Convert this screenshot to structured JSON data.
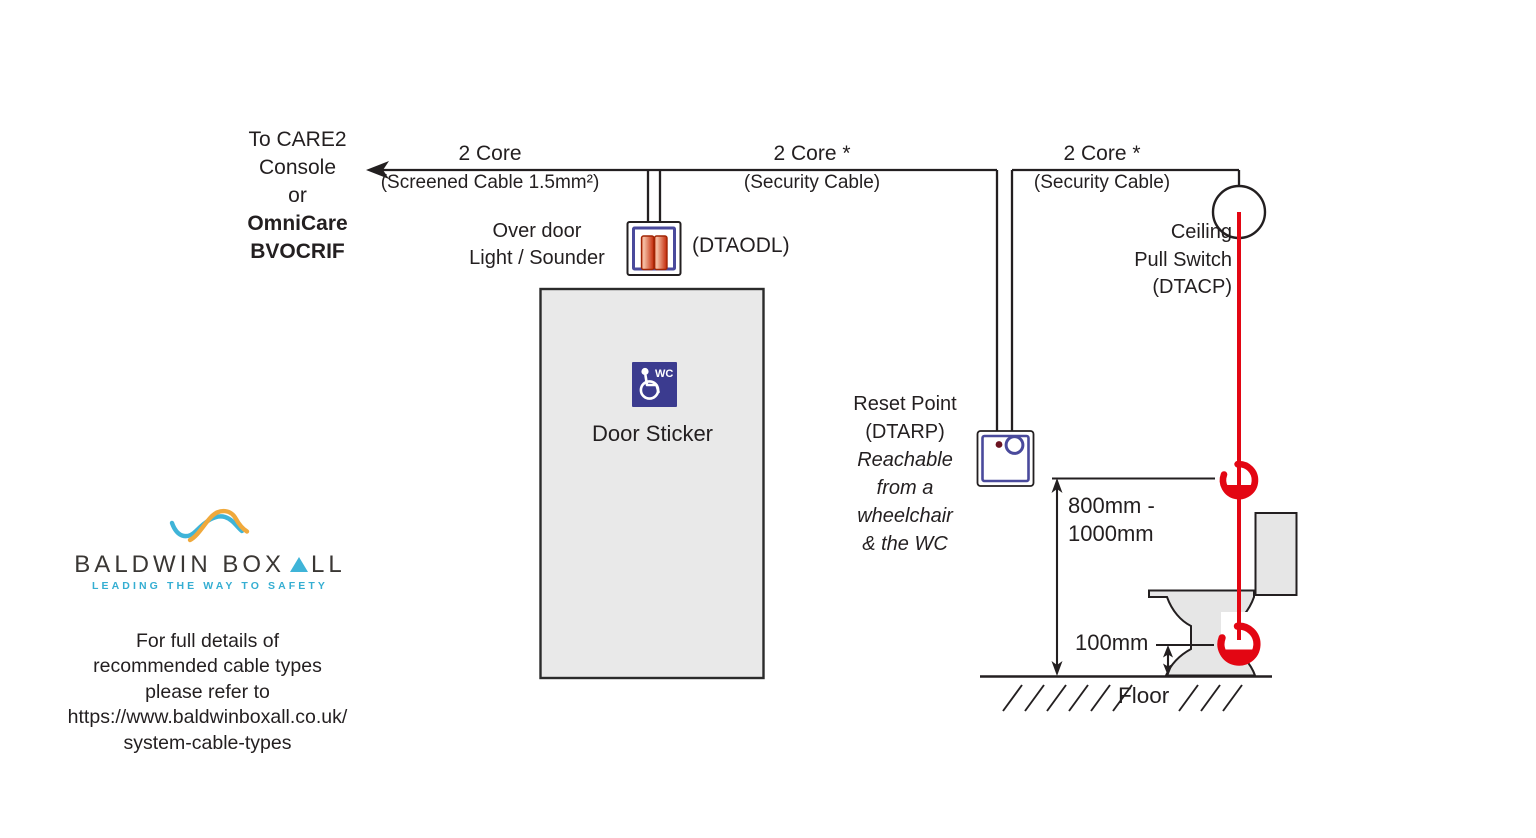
{
  "colors": {
    "ink": "#231f20",
    "red": "#e30613",
    "purple": "#4a4a9c",
    "sticker": "#3b3b8f",
    "logoBlue": "#3fb4d8",
    "logoOrange": "#f0a93c",
    "tagline": "#35aed2",
    "doorFill": "#e9e9e9",
    "toiletFill": "#e6e6e6",
    "beaconDark": "#c32605",
    "beaconLight": "#f6c2a8",
    "resetDot": "#6b1320"
  },
  "icons": {
    "overdoor_light": "beacon-bars-icon",
    "door_sticker": "wheelchair-wc-icon",
    "pull_handle": "red-ring-handle-icon",
    "logo_wave": "wave-squiggle-icon"
  },
  "console": {
    "lines": [
      "To CARE2",
      "Console",
      "or",
      "OmniCare",
      "BVOCRIF"
    ]
  },
  "cables": {
    "left": {
      "line1": "2 Core",
      "line2": "(Screened Cable 1.5mm²)"
    },
    "mid": {
      "line1": "2 Core *",
      "line2": "(Security Cable)"
    },
    "right": {
      "line1": "2 Core *",
      "line2": "(Security Cable)"
    }
  },
  "overdoor": {
    "label_line1": "Over door",
    "label_line2": "Light / Sounder",
    "code": "(DTAODL)"
  },
  "ceiling_switch": {
    "line1": "Ceiling",
    "line2": "Pull Switch",
    "code": "(DTACP)"
  },
  "reset_point": {
    "title": "Reset Point",
    "code": "(DTARP)",
    "note_lines": [
      "Reachable",
      "from a",
      "wheelchair",
      "& the WC"
    ]
  },
  "door": {
    "label": "Door Sticker",
    "sticker_text": "WC"
  },
  "dimensions": {
    "pull_height_line1": "800mm -",
    "pull_height_line2": "1000mm",
    "handle_height": "100mm",
    "floor_label": "Floor"
  },
  "logo": {
    "name_before_triangle": "BALDWIN BOX",
    "name_after_triangle": "LL",
    "tagline": "LEADING THE WAY TO SAFETY"
  },
  "footer": {
    "lines": [
      "For full details of",
      "recommended cable types",
      "please refer to",
      "https://www.baldwinboxall.co.uk/",
      "system-cable-types"
    ]
  }
}
